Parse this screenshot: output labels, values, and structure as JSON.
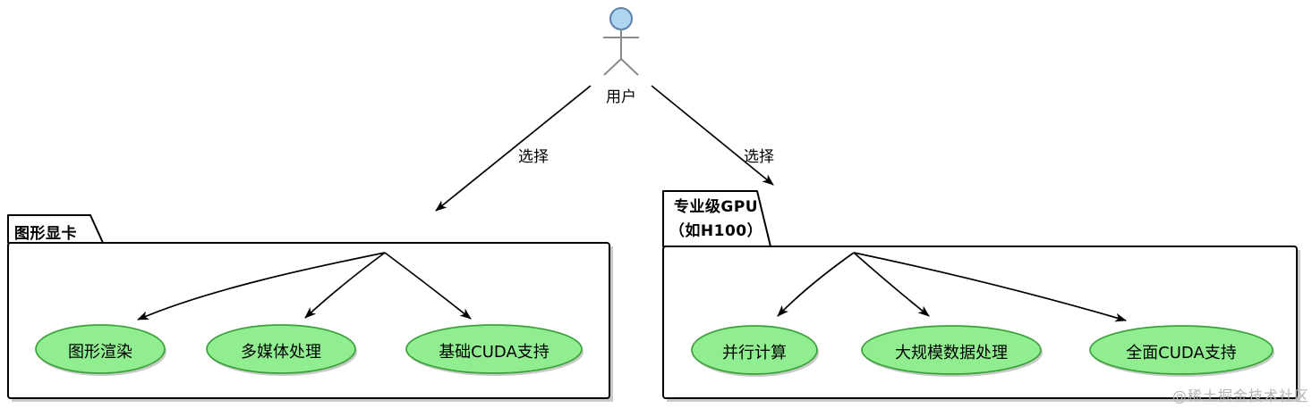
{
  "diagram": {
    "type": "usecase-diagram",
    "actor": {
      "label": "用户"
    },
    "edges": {
      "left": {
        "label": "选择"
      },
      "right": {
        "label": "选择"
      }
    },
    "packages": [
      {
        "tab": {
          "line1": "图形显卡",
          "line2": ""
        },
        "use_cases": [
          "图形渲染",
          "多媒体处理",
          "基础CUDA支持"
        ]
      },
      {
        "tab": {
          "line1": "专业级GPU",
          "line2": "（如H100）"
        },
        "use_cases": [
          "并行计算",
          "大规模数据处理",
          "全面CUDA支持"
        ]
      }
    ],
    "watermark": "@稀土掘金技术社区",
    "colors": {
      "usecase_fill": "#90ee90",
      "usecase_border": "#3ba23b",
      "actor_head_fill": "#aed6f1",
      "actor_head_border": "#5b82a8",
      "package_border": "#000000",
      "line_color": "#000000",
      "watermark_color": "#b5b5b5"
    }
  }
}
